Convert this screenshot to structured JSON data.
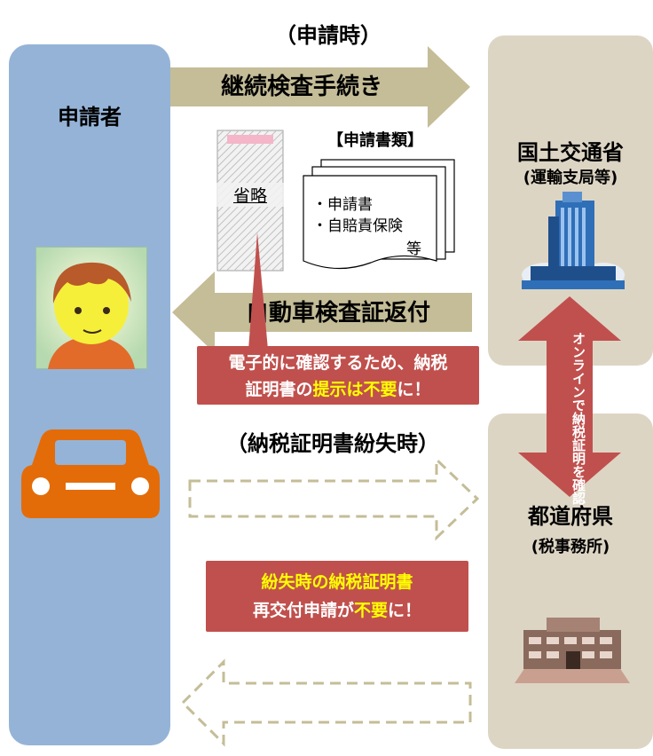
{
  "scene_time": "（申請時）",
  "scene_lost": "（納税証明書紛失時）",
  "applicant_label": "申請者",
  "mlit": {
    "name": "国土交通省",
    "sub": "(運輸支局等)"
  },
  "pref": {
    "name": "都道府県",
    "sub": "(税事務所)"
  },
  "arrow_renewal": "継続検査手続き",
  "arrow_return": "自動車検査証返付",
  "doc_title": "【申請書類】",
  "doc_items": [
    "・申請書",
    "・自賠責保険",
    "等"
  ],
  "omitted_label": "省略",
  "online_label": "オンラインで納税証明を確認",
  "callout1": {
    "line1": "電子的に確認するため、納税",
    "line2_pre": "証明書の",
    "line2_hl": "提示は不要",
    "line2_post": "に！"
  },
  "callout2": {
    "line1": "紛失時の納税証明書",
    "line2_pre": "再交付申請が",
    "line2_hl": "不要",
    "line2_post": "に！"
  },
  "colors": {
    "applicant_panel": "#95b3d7",
    "office_panel": "#ddd5c4",
    "gray_arrow": "#c4bd97",
    "callout": "#c0504d",
    "highlight": "#ffff00",
    "car": "#e36c09"
  }
}
